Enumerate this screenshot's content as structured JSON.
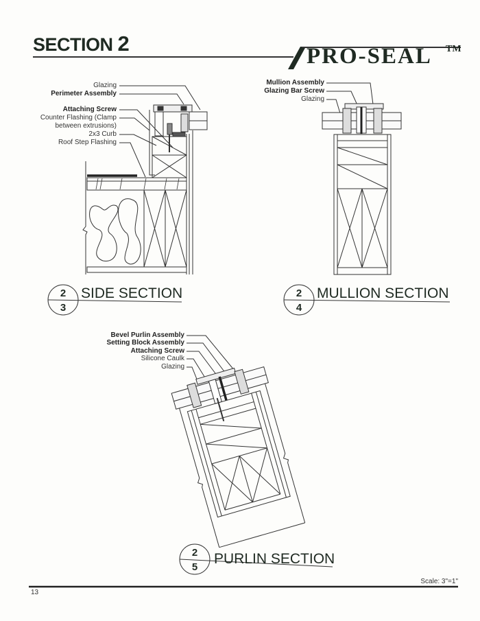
{
  "header": {
    "section_word": "SECTION",
    "section_number": "2",
    "brand": "PRO-SEAL",
    "trademark": "TM"
  },
  "side_section": {
    "labels": [
      "Glazing",
      "Perimeter Assembly",
      "Attaching Screw",
      "Counter Flashing (Clamp",
      "between extrusions)",
      "2x3 Curb",
      "Roof Step Flashing"
    ],
    "bubble_top": "2",
    "bubble_bottom": "3",
    "title": "SIDE SECTION"
  },
  "mullion_section": {
    "labels": [
      "Mullion Assembly",
      "Glazing Bar Screw",
      "Glazing"
    ],
    "bubble_top": "2",
    "bubble_bottom": "4",
    "title": "MULLION SECTION"
  },
  "purlin_section": {
    "labels": [
      "Bevel Purlin Assembly",
      "Setting Block Assembly",
      "Attaching Screw",
      "Silicone Caulk",
      "Glazing"
    ],
    "bubble_top": "2",
    "bubble_bottom": "5",
    "title": "PURLIN SECTION"
  },
  "footer": {
    "scale": "Scale: 3\"=1\"",
    "page_number": "13"
  }
}
